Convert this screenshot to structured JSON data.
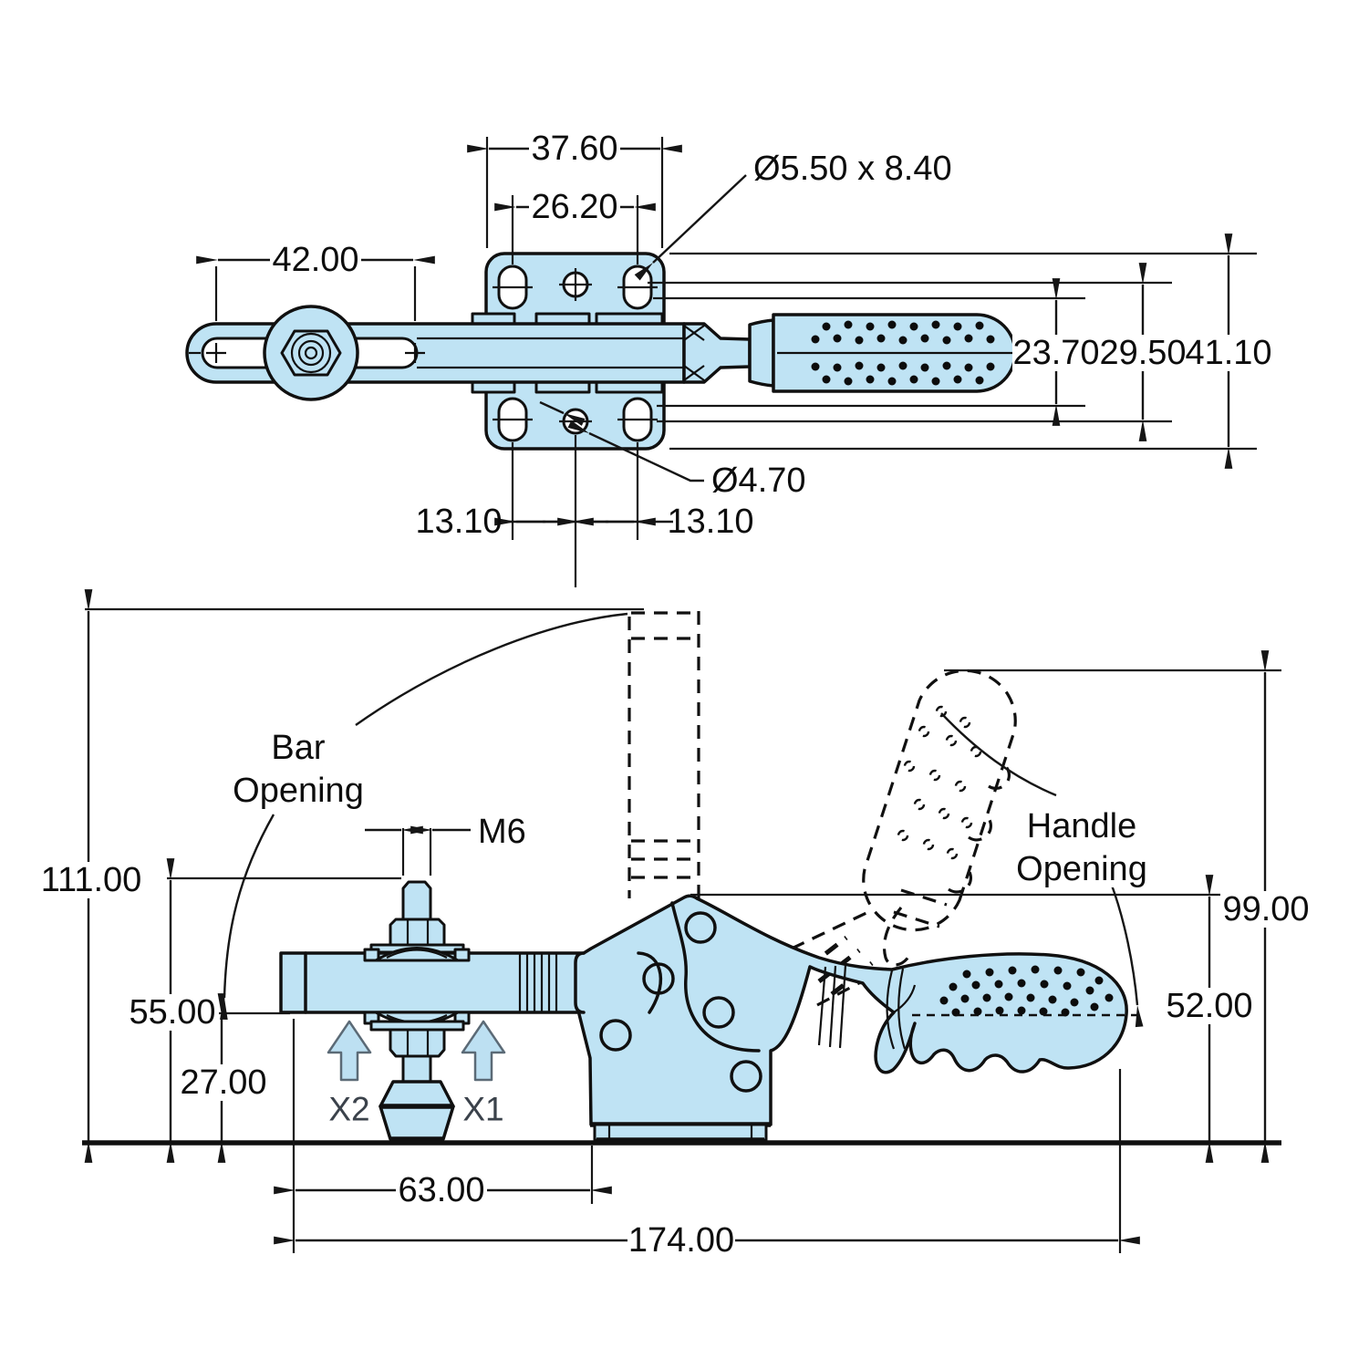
{
  "colors": {
    "part_fill": "#bfe3f4",
    "outline": "#101010",
    "x_arrow_fill": "#bde0f2",
    "x_arrow_stroke": "#5b6a76",
    "x_label_color": "#3b424b"
  },
  "top_view": {
    "plate_width": "37.60",
    "slot_spacing": "26.20",
    "bar_slot_length": "42.00",
    "slot_callout": "Ø5.50 x 8.40",
    "handle_width": "23.70",
    "slot_span": "29.50",
    "plate_height": "41.10",
    "hole_callout": "Ø4.70",
    "offset_left": "13.10",
    "offset_right": "13.10"
  },
  "side_view": {
    "open_height": "111.00",
    "spindle_height": "55.00",
    "bar_height": "27.00",
    "thread_size": "M6",
    "bar_annotation_1": "Bar",
    "bar_annotation_2": "Opening",
    "handle_annotation_1": "Handle",
    "handle_annotation_2": "Opening",
    "arrow_left_label": "X2",
    "arrow_right_label": "X1",
    "base_length": "63.00",
    "overall_length": "174.00",
    "handle_open_height": "99.00",
    "body_height": "52.00"
  }
}
